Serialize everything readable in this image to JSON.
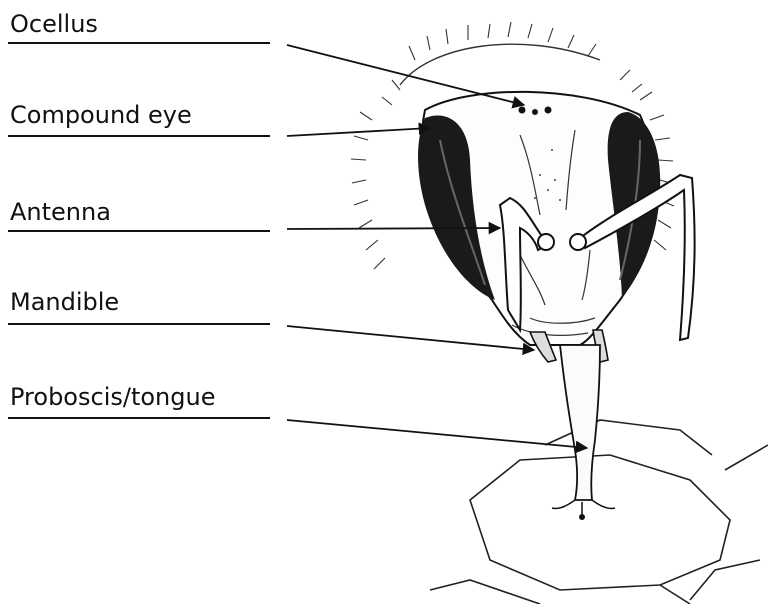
{
  "labels": {
    "ocellus": "Ocellus",
    "compound_eye": "Compound eye",
    "antenna": "Antenna",
    "mandible": "Mandible",
    "proboscis": "Proboscis/tongue"
  },
  "colors": {
    "ink": "#111111",
    "background": "#ffffff"
  }
}
